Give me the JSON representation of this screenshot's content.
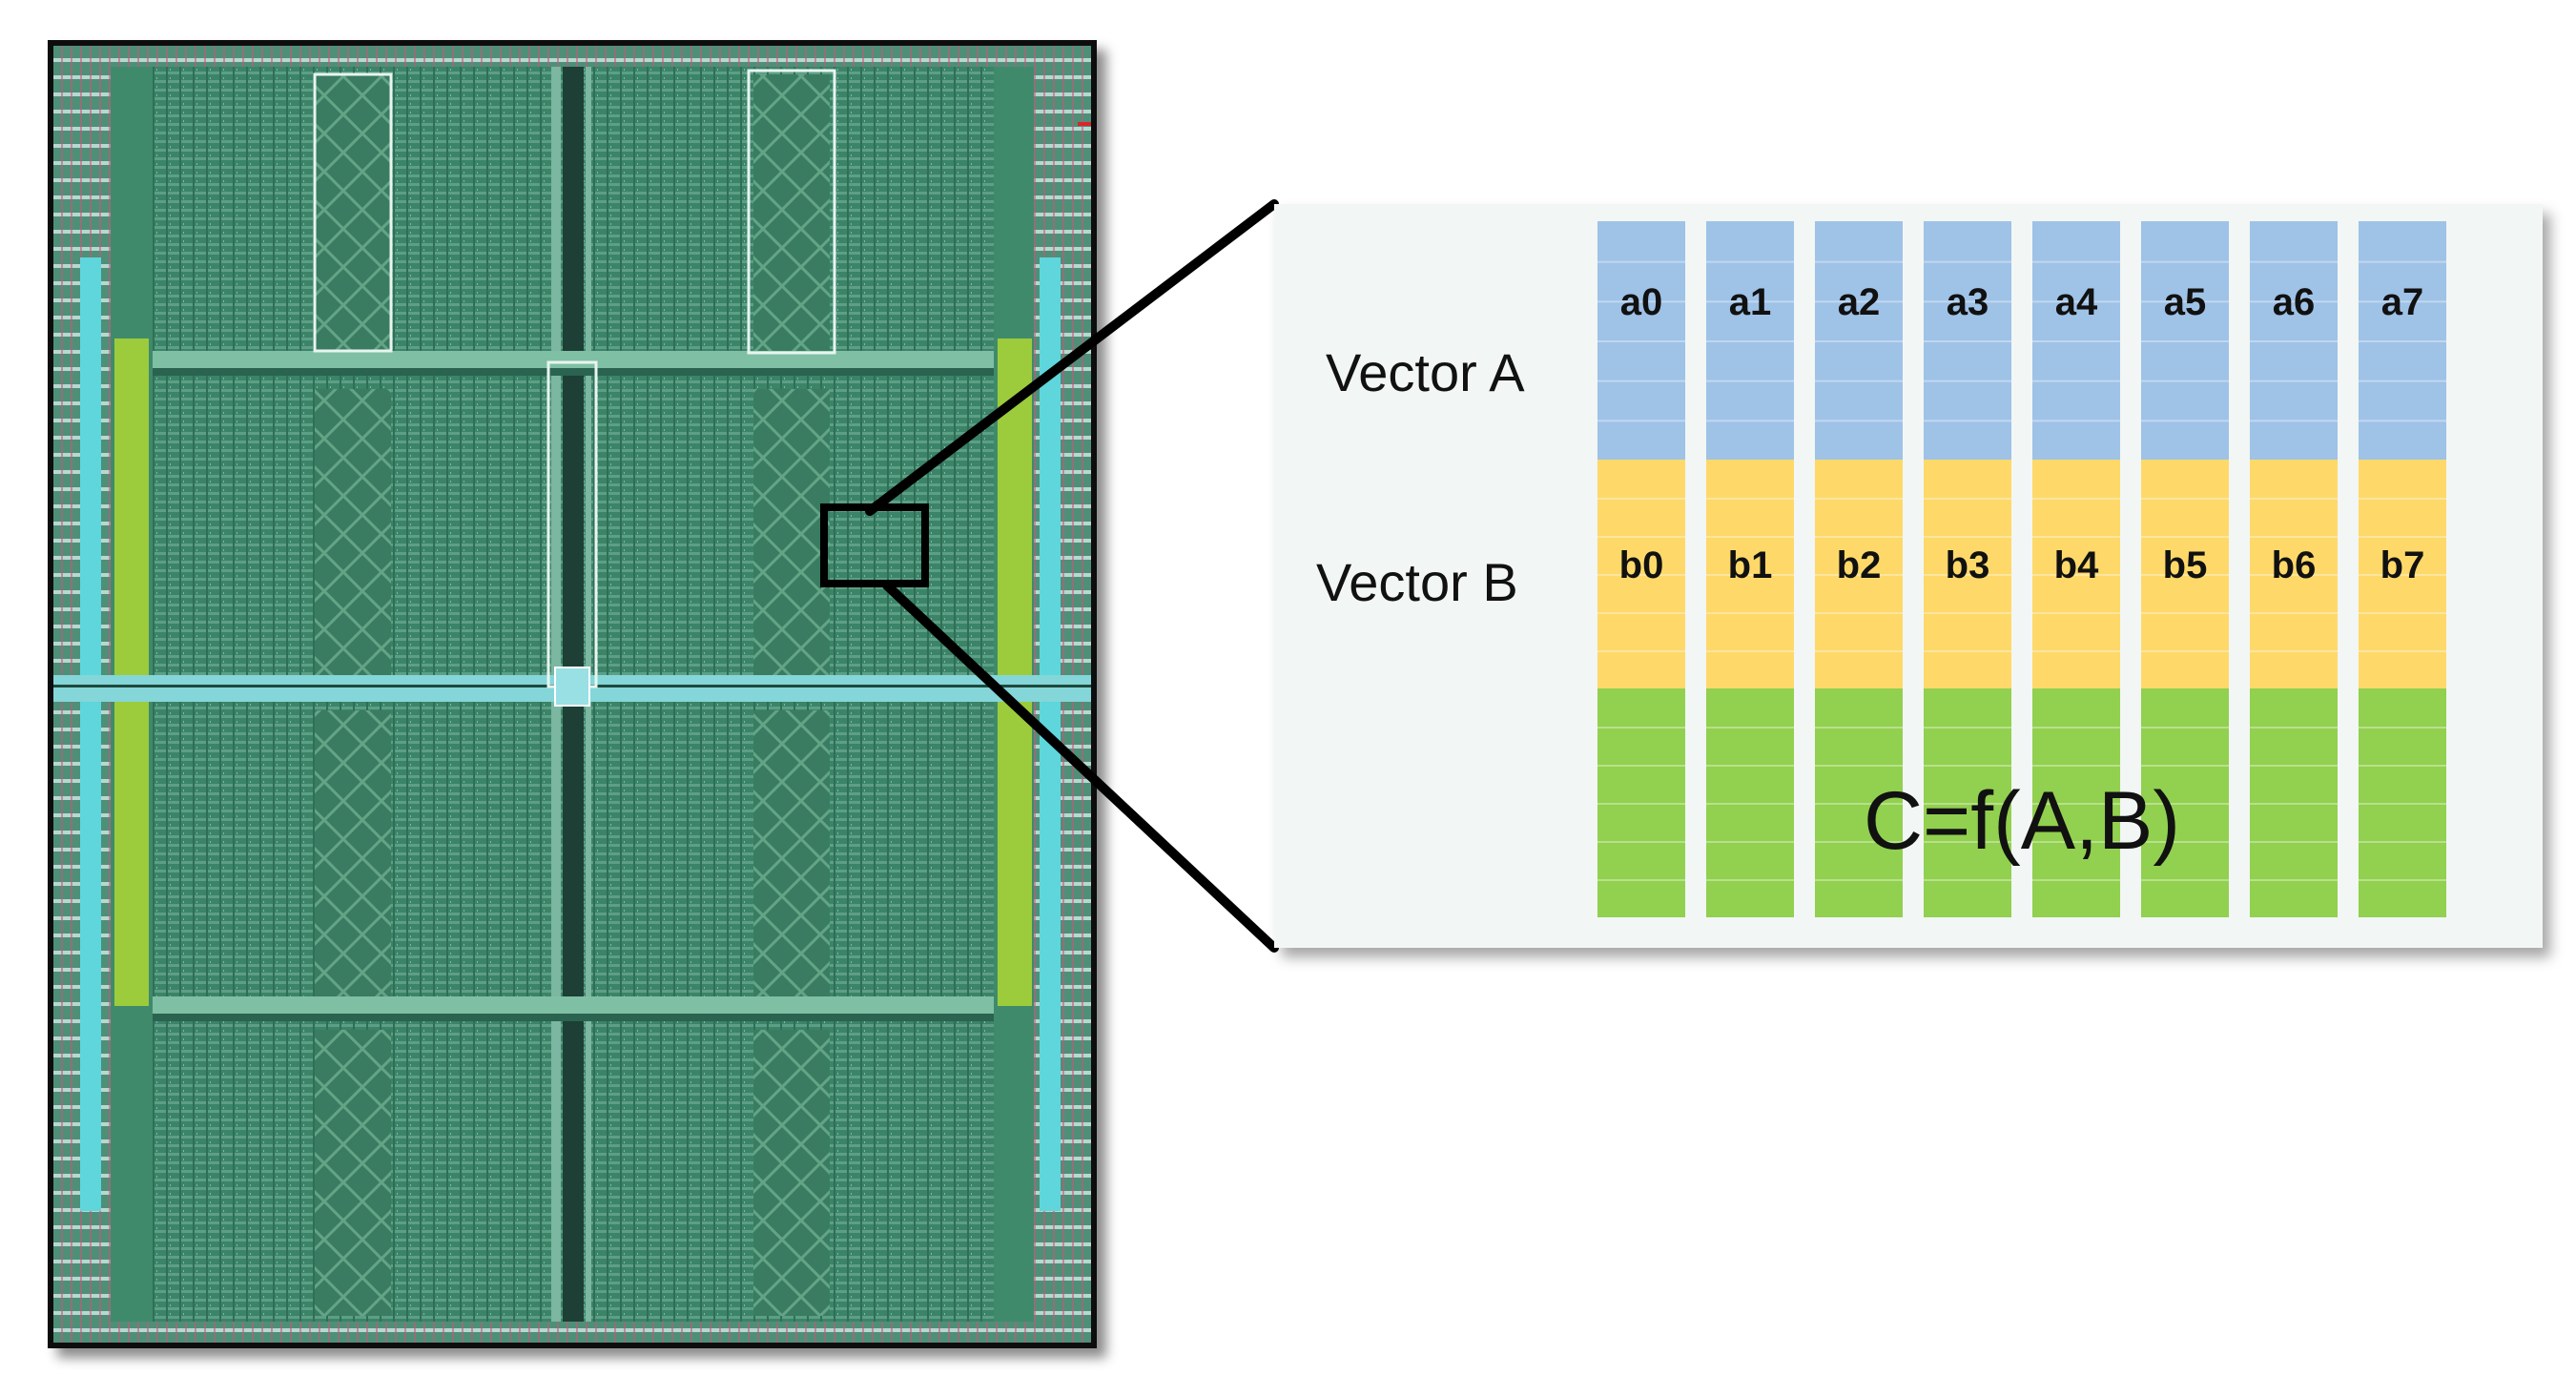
{
  "colors": {
    "vector_a": "#9fc2e7",
    "vector_b": "#fed96a",
    "result": "#92d04f",
    "die_base": "#3f8a6c",
    "die_dark": "#215a47",
    "die_cyan": "#5ed6dc",
    "die_lime": "#9ccc3c",
    "panel_bg": "#f2f6f4"
  },
  "icons": {
    "chip": "chip-die-image"
  },
  "diagram": {
    "vector_a_label": "Vector A",
    "vector_b_label": "Vector  B",
    "result_label": "C=f(A,B)",
    "vector_a_cells": [
      "a0",
      "a1",
      "a2",
      "a3",
      "a4",
      "a5",
      "a6",
      "a7"
    ],
    "vector_b_cells": [
      "b0",
      "b1",
      "b2",
      "b3",
      "b4",
      "b5",
      "b6",
      "b7"
    ]
  }
}
